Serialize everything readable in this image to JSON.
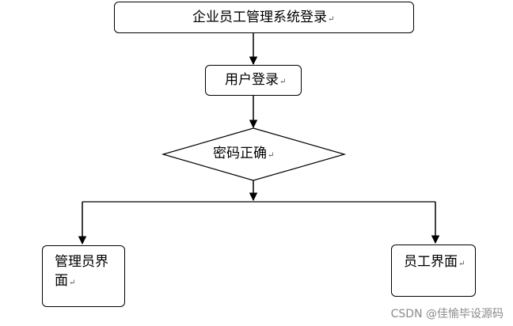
{
  "nodes": {
    "start": "企业员工管理系统登录",
    "login": "用户登录",
    "decision": "密码正确",
    "admin_line1": "管理员界",
    "admin_line2": "面",
    "employee": "员工界面"
  },
  "paragraph_mark": "↵",
  "watermark": "CSDN @佳愉毕设源码"
}
